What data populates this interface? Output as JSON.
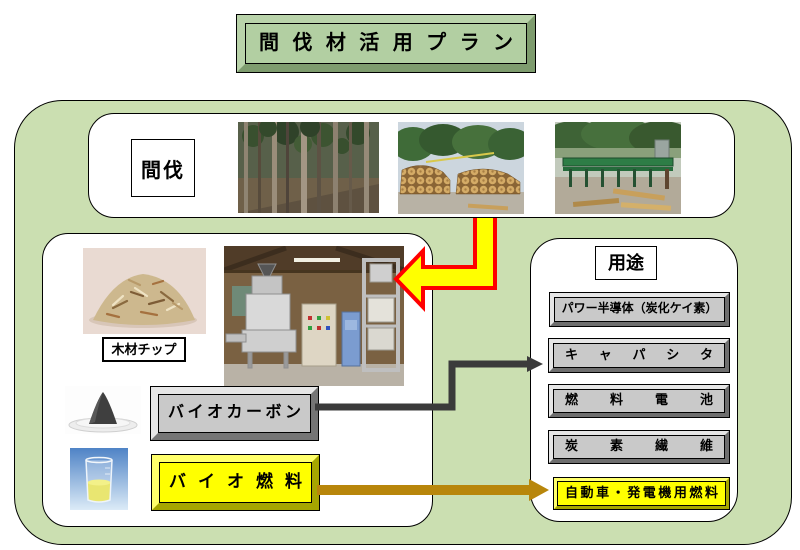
{
  "title": "間伐材活用プラン",
  "thinning_section": {
    "label": "間伐",
    "photos": [
      "forest-stand",
      "log-yard",
      "sawmill-conveyor"
    ]
  },
  "production_section": {
    "wood_chips_label": "木材チップ",
    "biocarbon_label": "バイオカーボン",
    "biofuel_label": "バイオ燃料",
    "photos": [
      "wood-chips-pile",
      "processing-plant",
      "carbon-powder-dish",
      "fuel-beaker"
    ]
  },
  "uses_section": {
    "label": "用途",
    "items": [
      {
        "label": "パワー半導体（炭化ケイ素）",
        "style": "gray"
      },
      {
        "label": "キャパシタ",
        "style": "gray"
      },
      {
        "label": "燃料電池",
        "style": "gray"
      },
      {
        "label": "炭素繊維",
        "style": "gray"
      },
      {
        "label": "自動車・発電機用燃料",
        "style": "yellow"
      }
    ]
  },
  "colors": {
    "panel_green": "#cbdfb1",
    "title_fill_green": "#b2cfa2",
    "box_gray": "#c9c9c9",
    "box_yellow": "#ffff00",
    "arrow_yellow_fill": "#ffff00",
    "arrow_red_border": "#ff0000",
    "arrow_dark_gray": "#3b3b3b",
    "arrow_olive": "#b8860b"
  }
}
